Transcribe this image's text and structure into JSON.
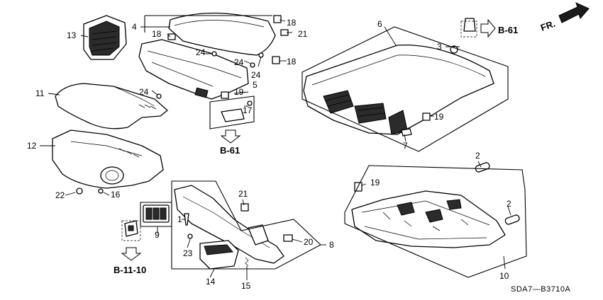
{
  "callouts": {
    "c1": "1",
    "c2a": "2",
    "c2b": "2",
    "c3": "3",
    "c4": "4",
    "c5": "5",
    "c6": "6",
    "c7": "7",
    "c8": "8",
    "c9": "9",
    "c10": "10",
    "c11": "11",
    "c12": "12",
    "c13": "13",
    "c14": "14",
    "c15": "15",
    "c16": "16",
    "c17": "17",
    "c18a": "18",
    "c18b": "18",
    "c18c": "18",
    "c19a": "19",
    "c19b": "19",
    "c19c": "19",
    "c20": "20",
    "c21a": "21",
    "c21b": "21",
    "c22": "22",
    "c23": "23",
    "c24a": "24",
    "c24b": "24",
    "c24c": "24",
    "c24d": "24"
  },
  "references": {
    "b61_top": "B-61",
    "b61_mid": "B-61",
    "b1110": "B-11-10"
  },
  "direction": {
    "label": "FR."
  },
  "diagram_code": "SDA7—B3710A"
}
